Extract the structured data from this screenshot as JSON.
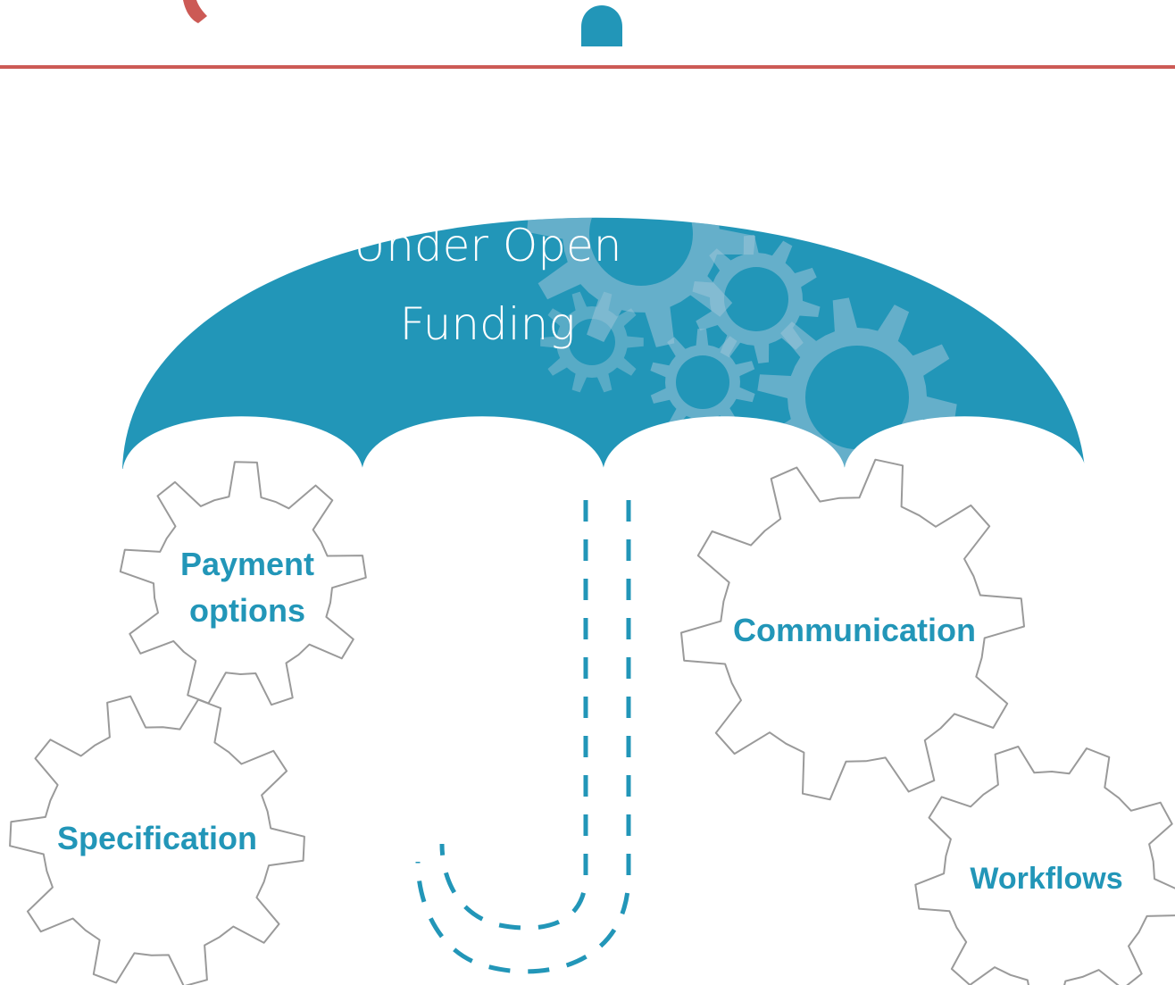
{
  "diagram": {
    "title_line1": "Under Open",
    "title_line2": "Funding",
    "gears": [
      {
        "id": "payment",
        "line1": "Payment",
        "line2": "options"
      },
      {
        "id": "specification",
        "line1": "Specification"
      },
      {
        "id": "communication",
        "line1": "Communication"
      },
      {
        "id": "workflows",
        "line1": "Workflows"
      }
    ]
  },
  "colors": {
    "umbrella": "#2296b8",
    "divider": "#cc5a55",
    "label": "#2296b8",
    "gear_outline": "#9a9a9a",
    "decorative_gears": "#9cc5d8"
  }
}
